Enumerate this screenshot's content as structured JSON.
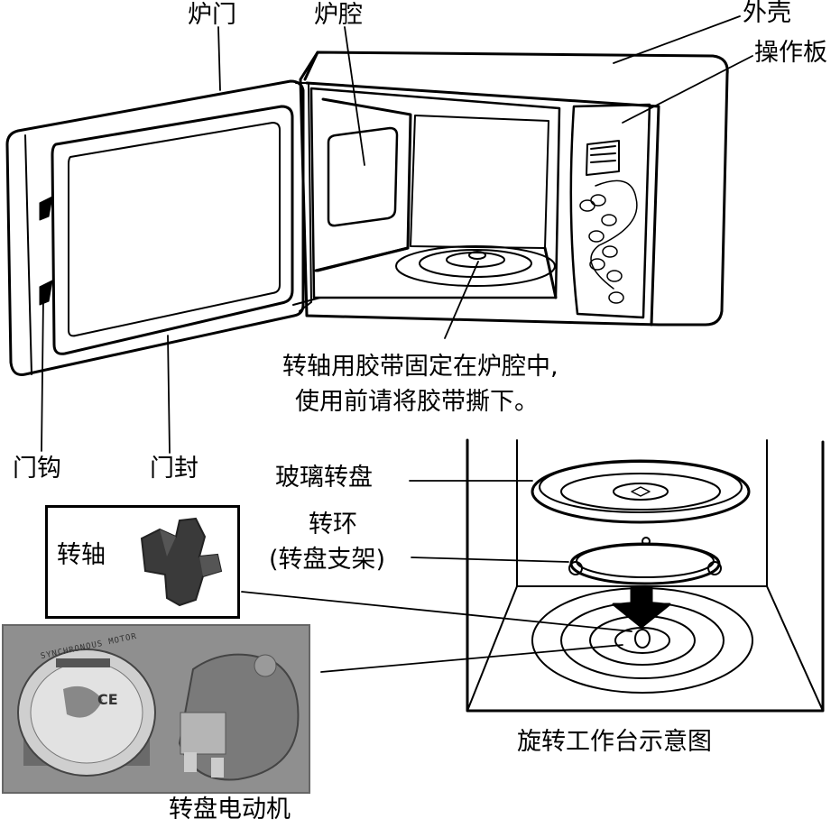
{
  "labels": {
    "door": "炉门",
    "cavity": "炉腔",
    "shell": "外壳",
    "panel": "操作板",
    "note_line1": "转轴用胶带固定在炉腔中,",
    "note_line2": "使用前请将胶带撕下。",
    "door_hook": "门钩",
    "door_seal": "门封",
    "glass_plate": "玻璃转盘",
    "ring": "转环",
    "ring_sub": "(转盘支架)",
    "shaft": "转轴",
    "motor": "转盘电动机",
    "diagram_title": "旋转工作台示意图"
  },
  "motor_text": {
    "brand": "SYNCHRONOUS MOTOR",
    "ce": "CE"
  },
  "colors": {
    "ink": "#000000",
    "photo_bg": "#8f8f8f",
    "metal": "#d9d9d9"
  }
}
